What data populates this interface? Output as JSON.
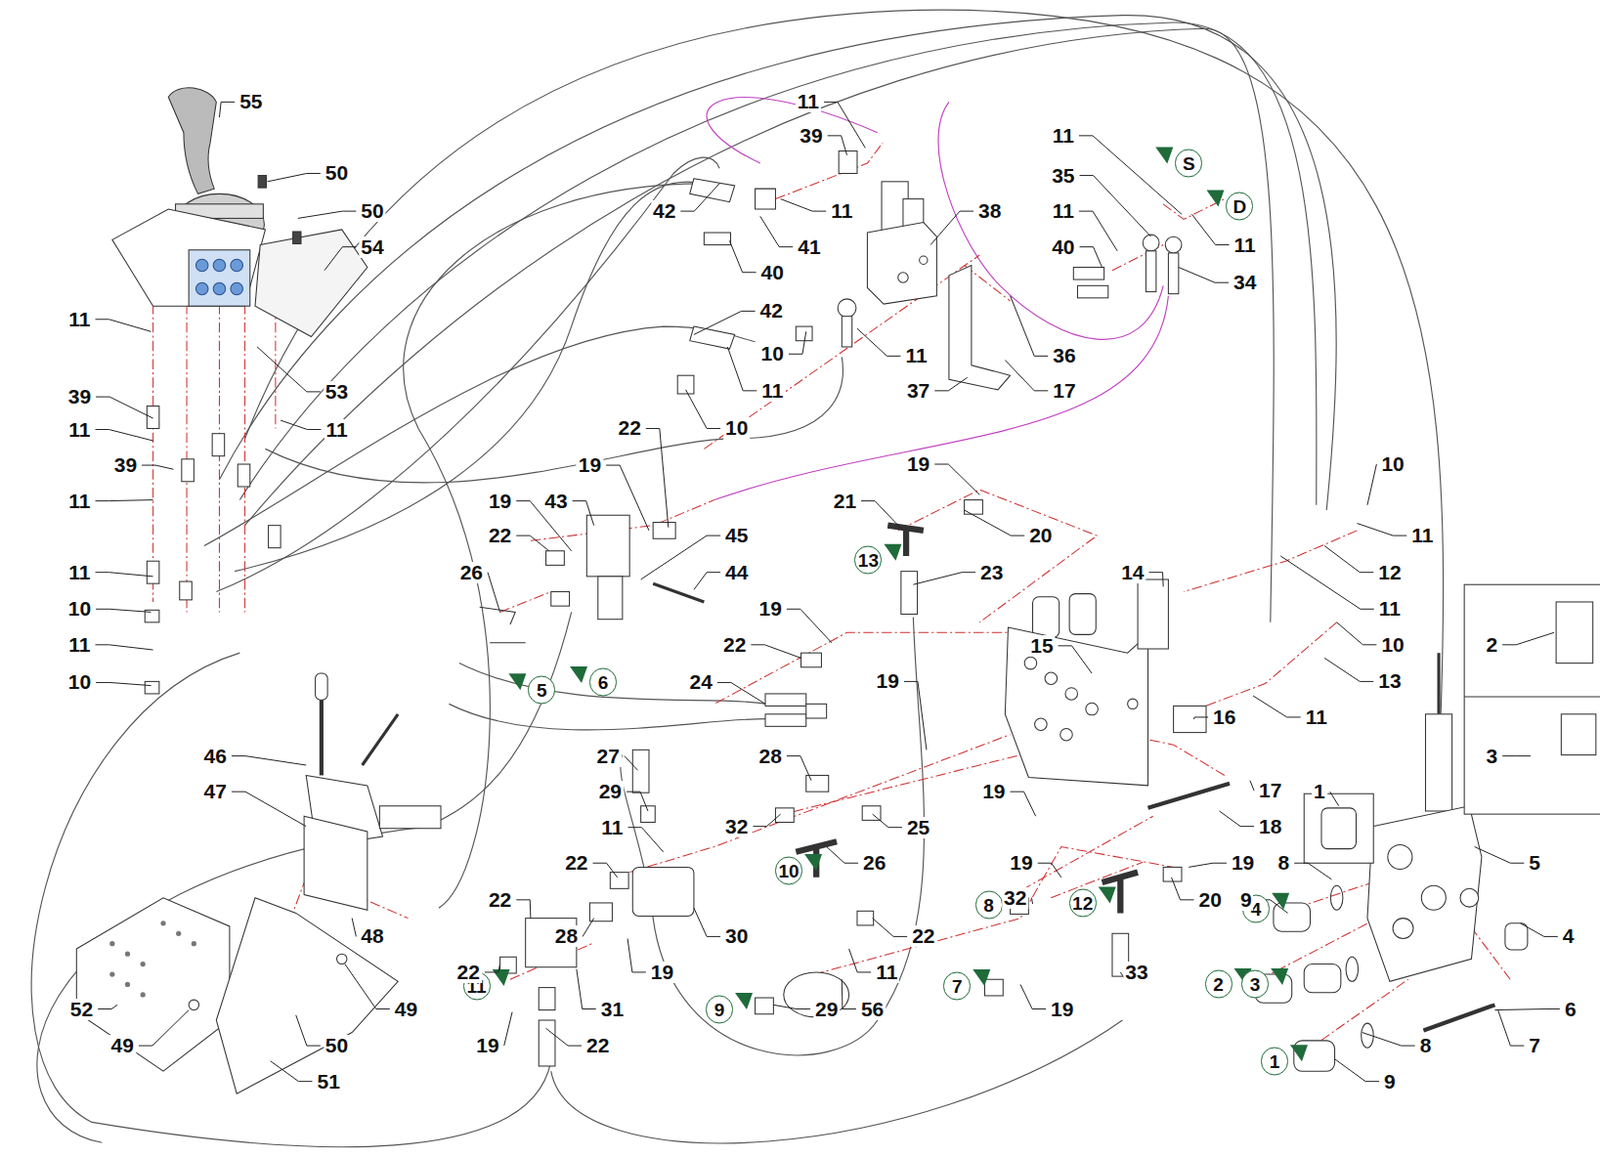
{
  "diagram": {
    "nodes": [
      {
        "text": [
          "S"
        ]
      },
      {
        "text": [
          "D"
        ]
      },
      {
        "text": [
          "13"
        ]
      },
      {
        "text": [
          "6"
        ]
      },
      {
        "text": [
          "5"
        ]
      },
      {
        "text": [
          "10"
        ]
      },
      {
        "text": [
          "8"
        ]
      },
      {
        "text": [
          "12"
        ]
      },
      {
        "text": [
          "4"
        ]
      },
      {
        "text": [
          "11"
        ]
      },
      {
        "text": [
          "7"
        ]
      },
      {
        "text": [
          "2"
        ]
      },
      {
        "text": [
          "3"
        ]
      },
      {
        "text": [
          "9"
        ]
      },
      {
        "text": [
          "1"
        ]
      }
    ],
    "labels": [
      "55",
      "50",
      "50",
      "11",
      "39",
      "42",
      "11",
      "41",
      "40",
      "38",
      "11",
      "35",
      "11",
      "11",
      "40",
      "34",
      "54",
      "11",
      "42",
      "11",
      "10",
      "36",
      "53",
      "39",
      "37",
      "17",
      "11",
      "11",
      "11",
      "10",
      "22",
      "39",
      "19",
      "19",
      "10",
      "11",
      "19",
      "43",
      "21",
      "20",
      "11",
      "45",
      "22",
      "26",
      "44",
      "23",
      "14",
      "12",
      "11",
      "10",
      "11",
      "10",
      "15",
      "19",
      "22",
      "24",
      "13",
      "11",
      "10",
      "11",
      "16",
      "19",
      "27",
      "28",
      "3",
      "46",
      "1",
      "17",
      "18",
      "29",
      "32",
      "25",
      "19",
      "47",
      "11",
      "22",
      "26",
      "19",
      "19",
      "8",
      "5",
      "9",
      "32",
      "20",
      "22",
      "28",
      "30",
      "4",
      "48",
      "22",
      "19",
      "11",
      "22",
      "33",
      "52",
      "49",
      "31",
      "29",
      "56",
      "19",
      "6",
      "49",
      "50",
      "19",
      "22",
      "8",
      "7",
      "9",
      "51",
      "2"
    ]
  }
}
